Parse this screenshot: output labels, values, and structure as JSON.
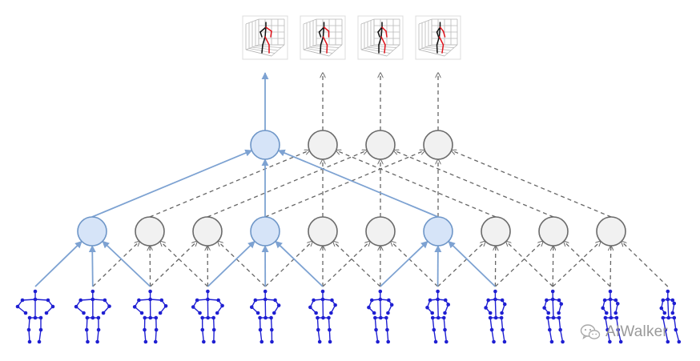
{
  "watermark": {
    "text": "AIWalker",
    "icon": "wechat-icon"
  },
  "diagram": {
    "kind": "temporal-convolution-tree",
    "layers": {
      "input_frames": 12,
      "hidden_layer_1": 10,
      "hidden_layer_2": 4,
      "outputs_3d": 4
    },
    "highlighted_hidden_layer_1": [
      0,
      3,
      6
    ],
    "highlighted_hidden_layer_2": [
      0
    ],
    "highlighted_output": [
      0
    ],
    "colors": {
      "highlight_fill": "#d6e4f8",
      "highlight_stroke": "#6e96c8",
      "highlight_edge": "#7da2d2",
      "node_fill": "#f1f1f1",
      "node_stroke": "#6a6a6a",
      "dashed_edge": "#666666",
      "skeleton_input": "#1f1fd2",
      "pose3d_left": "#e0161e",
      "pose3d_right": "#111111",
      "box_grid": "#b8b8b8"
    }
  }
}
